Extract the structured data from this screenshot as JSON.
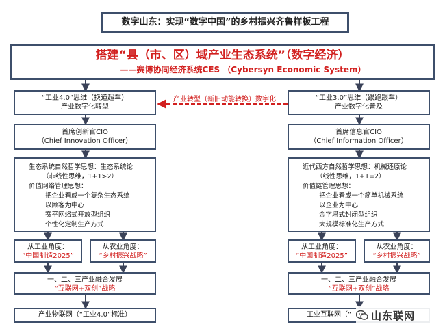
{
  "title": "数字山东：实现“数字中国”的乡村振兴齐鲁样板工程",
  "main": {
    "line1": "搭建“县（市、区）域产业生态系统”（数字经济）",
    "line2": "——赛博协同经济系统CES （Cybersyn Economic System）"
  },
  "transition_label": "产业转型（新旧动能转换）数字化",
  "left": {
    "thinking_title": "“工业4.0”思维（换道超车）",
    "thinking_sub": "产业数字化转型",
    "officer_title": "首席创新官CIO",
    "officer_sub": "（Chief Innovation Officer）",
    "philosophy": [
      "生态系统自然哲学思想：生态系统论",
      "（非线性思维，1+1>2）",
      "价值网络管理思想：",
      "把企业看成一个复杂生态系统",
      "以顾客为中心",
      "赛平网络式开放型组织",
      "个性化定制生产方式"
    ],
    "industry_view": {
      "title": "从工业角度：",
      "value": "“中国制造2025”"
    },
    "agri_view": {
      "title": "从农业角度：",
      "value": "“乡村振兴战略”"
    },
    "integration": {
      "title": "一、二、三产业融合发展",
      "value": "“互联网+双创”战略"
    },
    "final": "产业物联网（“工业4.0”标准）"
  },
  "right": {
    "thinking_title": "“工业3.0”思维（跟跑跟车）",
    "thinking_sub": "产业数字化普及",
    "officer_title": "首席信息官CIO",
    "officer_sub": "（Chief Information Officer）",
    "philosophy": [
      "近代西方自然哲学思想：机械还原论",
      "（线性思维，1+1=2）",
      "价值链管理思想：",
      "把企业看成一个简单机械系统",
      "以企业为中心",
      "金字塔式封闭型组织",
      "大规模标准化生产方式"
    ],
    "industry_view": {
      "title": "从工业角度：",
      "value": "“中国制造2025”"
    },
    "agri_view": {
      "title": "从农业角度：",
      "value": "“乡村振兴战略”"
    },
    "integration": {
      "title": "一、二、三产业融合发展",
      "value": "“互联网+双创”战略"
    },
    "final": "工业互联网（“"
  },
  "watermark": "山东联网",
  "colors": {
    "border": "#3e4f6b",
    "accent_red": "#d2201f",
    "arrow": "#3a4258"
  }
}
